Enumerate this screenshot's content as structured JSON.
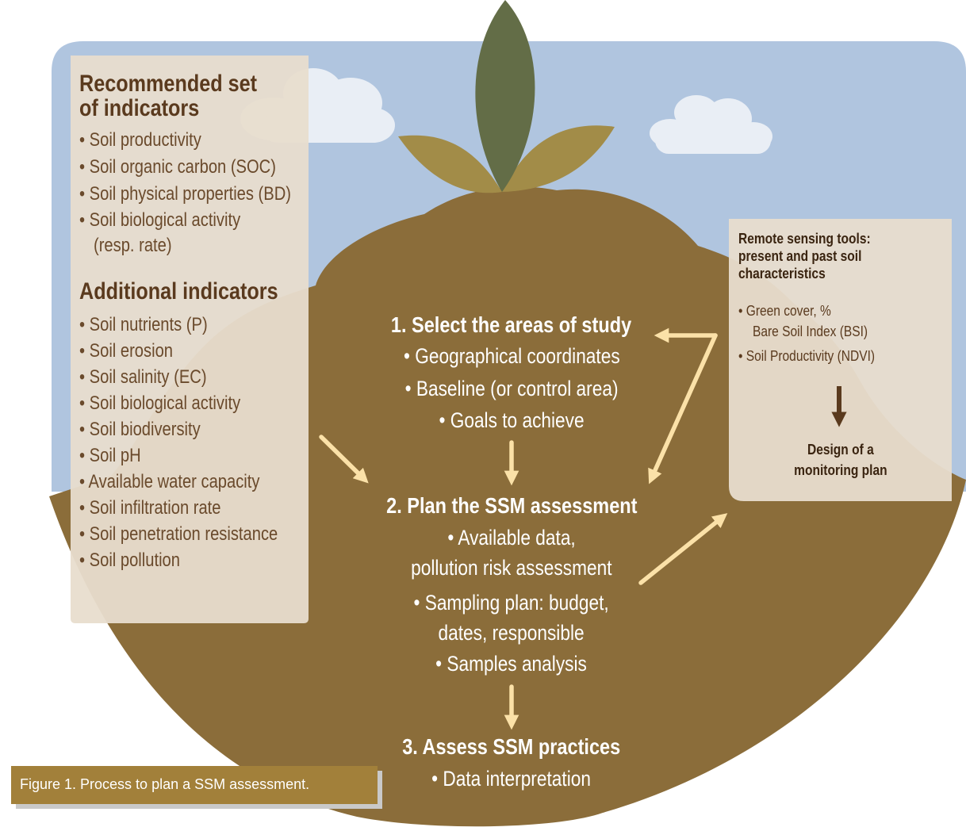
{
  "left_panel": {
    "recommended_title": [
      "Recommended set",
      "of indicators"
    ],
    "recommended_items": [
      "• Soil productivity",
      "• Soil organic carbon (SOC)",
      "• Soil physical properties (BD)",
      "• Soil biological activity",
      "(resp. rate)"
    ],
    "additional_title": "Additional indicators",
    "additional_items": [
      "• Soil nutrients (P)",
      "• Soil erosion",
      "• Soil salinity (EC)",
      "• Soil biological activity",
      "• Soil biodiversity",
      "• Soil pH",
      "• Available water capacity",
      "• Soil infiltration rate",
      "• Soil penetration resistance",
      "• Soil pollution"
    ]
  },
  "steps": [
    {
      "title": "1. Select the areas of study",
      "items": [
        "• Geographical coordinates",
        "• Baseline (or control area)",
        "• Goals to achieve"
      ]
    },
    {
      "title": "2. Plan the SSM assessment",
      "items": [
        "• Available data,",
        "pollution risk assessment",
        "• Sampling plan: budget,",
        "dates, responsible",
        "• Samples analysis"
      ]
    },
    {
      "title": "3. Assess SSM practices",
      "items": [
        "• Data interpretation"
      ]
    }
  ],
  "right_panel": {
    "title": [
      "Remote sensing tools:",
      "present and past soil",
      "characteristics"
    ],
    "items": [
      "• Green cover, %",
      "Bare Soil Index (BSI)",
      "• Soil Productivity (NDVI)"
    ],
    "output": [
      "Design of a",
      "monitoring plan"
    ]
  },
  "caption": "Figure 1. Process to plan a SSM assessment.",
  "colors": {
    "sky": "#b0c5df",
    "soil": "#8b6d3a",
    "leaf_center": "#636d47",
    "leaf_side": "#a28c48",
    "arrow": "#fbe1a8",
    "text_brown": "#5a3a1e",
    "caption_bg": "#a2803a"
  }
}
